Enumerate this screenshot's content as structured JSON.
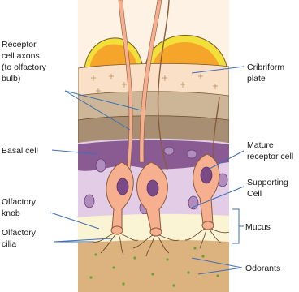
{
  "labels": {
    "receptor_axons": [
      "Receptor",
      "cell axons",
      "(to olfactory",
      "bulb)"
    ],
    "basal_cell": "Basal cell",
    "olfactory_knob": [
      "Olfactory",
      "knob"
    ],
    "olfactory_cilia": [
      "Olfactory",
      "cilia"
    ],
    "cribriform_plate": [
      "Cribriform",
      "plate"
    ],
    "mature_receptor_cell": [
      "Mature",
      "receptor cell"
    ],
    "supporting_cell": [
      "Supporting",
      "Cell"
    ],
    "mucus": "Mucus",
    "odorants": "Odorants"
  },
  "colors": {
    "arrow": "#3f6fb5",
    "bone_top": "#f5a52a",
    "bone_rim": "#f3df3a",
    "bone_body": "#fbe0c8",
    "lamina": "#cdb697",
    "connective": "#a88f74",
    "basal_layer": "#8a5a92",
    "supporting_layer": "#e3cde6",
    "receptor_cell": "#f6b08f",
    "nucleus": "#7a4a86",
    "mucus": "#fbf4d4",
    "odorant_zone": "#dcb27e",
    "odorant_dot": "#6a9f3a"
  }
}
